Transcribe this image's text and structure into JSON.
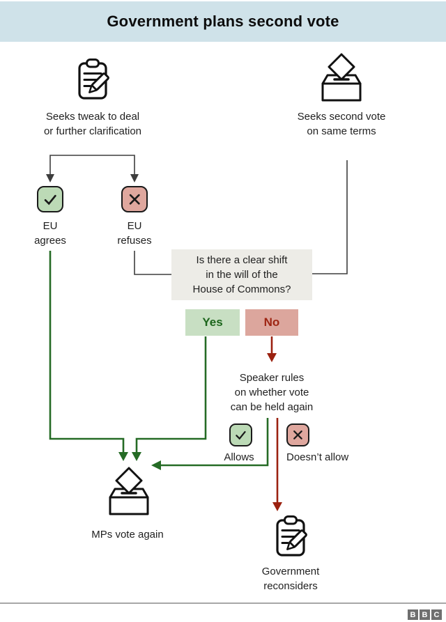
{
  "title": "Government plans second vote",
  "flow": {
    "seeks_tweak": "Seeks tweak to deal\nor further clarification",
    "seeks_second_vote": "Seeks second vote\non same terms",
    "eu_agrees": "EU\nagrees",
    "eu_refuses": "EU\nrefuses",
    "commons_question": "Is there a clear shift\nin the will of the\nHouse of Commons?",
    "yes_label": "Yes",
    "no_label": "No",
    "speaker_rules": "Speaker rules\non whether vote\ncan be held again",
    "allows_label": "Allows",
    "doesnt_allow_label": "Doesn’t allow",
    "mps_vote_again": "MPs vote again",
    "government_reconsiders": "Government\nreconsiders"
  },
  "colors": {
    "header_bg": "#cfe2e9",
    "question_box_bg": "#edece7",
    "green_fill": "#bcdab6",
    "red_fill": "#dfa79e",
    "yes_bg": "#c8dfc3",
    "no_bg": "#dca69d",
    "yes_text": "#1d661d",
    "no_text": "#9e2513",
    "green_line": "#256b25",
    "red_line": "#9b2110",
    "neutral_line": "#3d3d3d",
    "divider": "#a7a7a7",
    "bbc_gray": "#6f6f6f"
  },
  "footer": {
    "letters": [
      "B",
      "B",
      "C"
    ]
  }
}
